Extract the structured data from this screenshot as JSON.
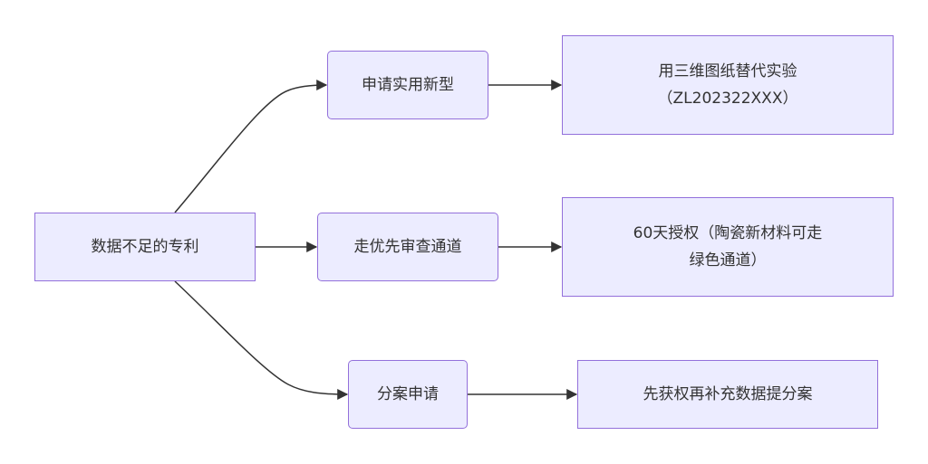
{
  "diagram": {
    "root": "数据不足的专利",
    "strategies": [
      {
        "label": "申请实用新型",
        "result": "用三维图纸替代实验\n（ZL202322XXX）"
      },
      {
        "label": "走优先审查通道",
        "result": "60天授权（陶瓷新材料可走\n绿色通道）"
      },
      {
        "label": "分案申请",
        "result": "先获权再补充数据提分案"
      }
    ],
    "colors": {
      "node_fill": "#ececff",
      "node_border": "#9370db",
      "edge": "#333333",
      "text": "#333333"
    }
  }
}
